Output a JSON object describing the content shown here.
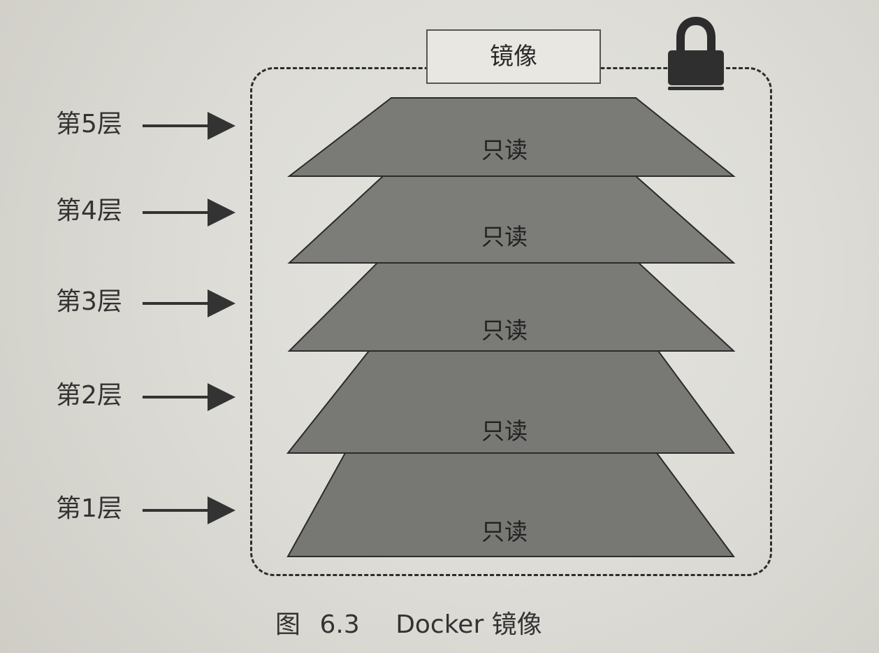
{
  "diagram": {
    "image_label": "镜像",
    "layer_labels": [
      "第5层",
      "第4层",
      "第3层",
      "第2层",
      "第1层"
    ],
    "readonly_labels": [
      "只读",
      "只读",
      "只读",
      "只读",
      "只读"
    ],
    "caption": {
      "prefix": "图",
      "number": "6.3",
      "text": "Docker 镜像"
    },
    "icons": {
      "lock": "lock-icon",
      "arrow": "right-arrow-icon"
    },
    "colors": {
      "background": "#d9d7d1",
      "layer_fill": "#787875",
      "line": "#2d2d2d",
      "text": "#333333"
    }
  }
}
